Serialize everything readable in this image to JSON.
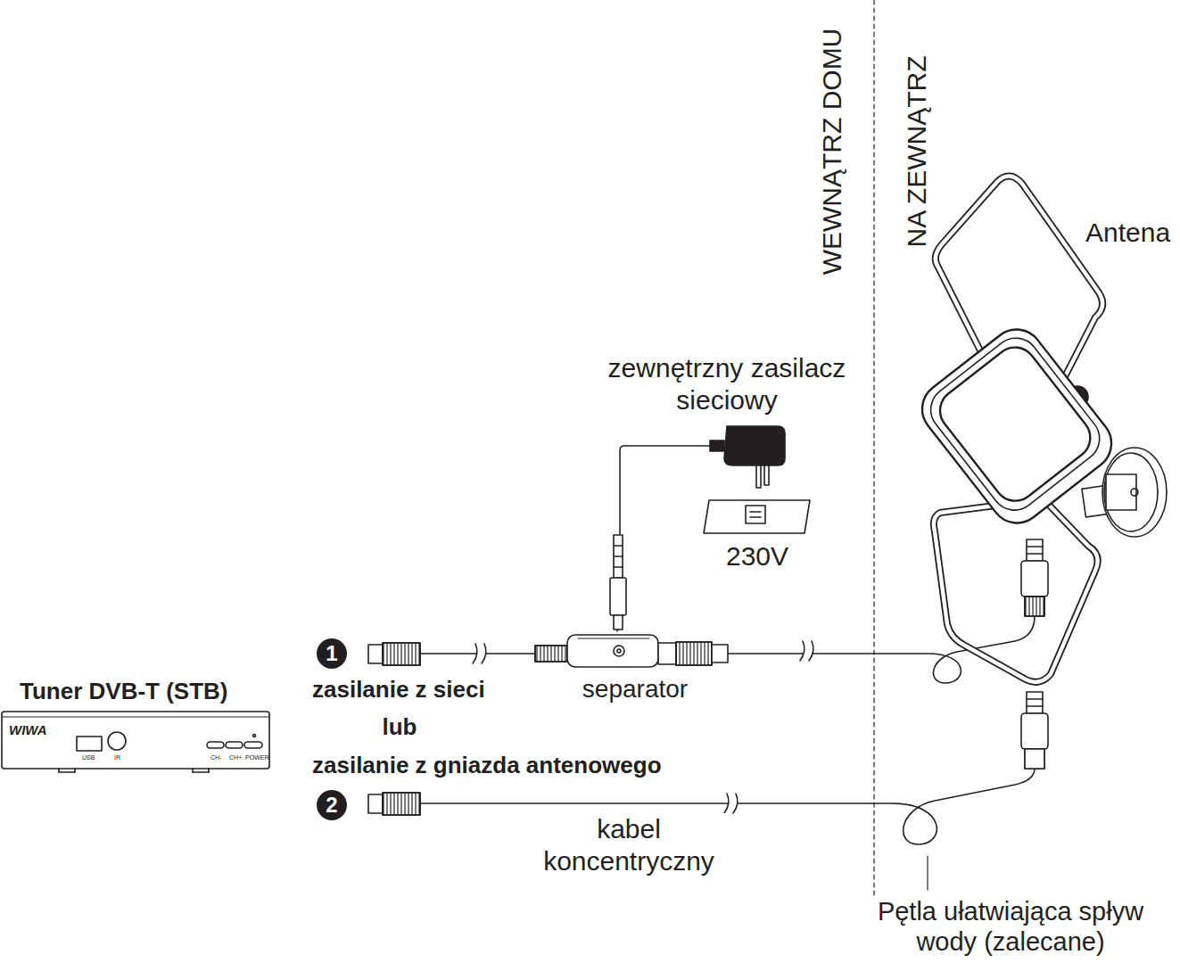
{
  "diagram": {
    "nodes": [
      {
        "text": [
          "Antena"
        ]
      },
      {
        "text": [
          "zewnętrzny zasilacz sieciowy"
        ]
      },
      {
        "text": [
          "230V"
        ]
      },
      {
        "text": [
          "separator"
        ]
      },
      {
        "text": [
          "Tuner DVB-T (STB)",
          "WIWA",
          "USB",
          "IR",
          "CH-",
          "CH+",
          "POWER"
        ]
      }
    ],
    "edges": [
      {
        "from": 1,
        "to": 3,
        "arrow": "none"
      },
      {
        "from": 3,
        "to": 0,
        "arrow": "none"
      }
    ],
    "labels": [
      "WEWNĄTRZ DOMU",
      "NA ZEWNĄTRZ",
      "1",
      "zasilanie z sieci",
      "lub",
      "zasilanie z gniazda antenowego",
      "2",
      "kabel koncentryczny",
      "Pętla ułatwiająca spływ wody (zalecane)"
    ]
  }
}
